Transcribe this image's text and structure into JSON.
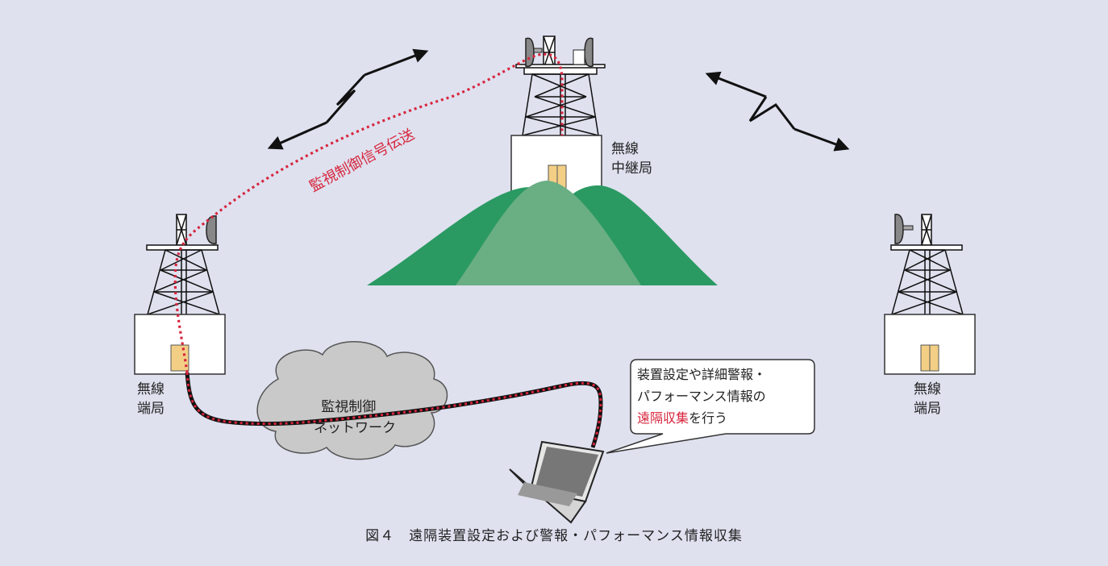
{
  "colors": {
    "background": "#dfe1ef",
    "mountain_dark": "#2a9a62",
    "mountain_light": "#6aae84",
    "signal_red": "#d7263d",
    "cable_black": "#111111",
    "cloud": "#c9c9c9",
    "door": "#f3cf86"
  },
  "icons": [
    "radio-tower-icon",
    "parabolic-antenna-icon",
    "double-arrow-icon",
    "lightning-zigzag-icon",
    "cloud-icon",
    "laptop-icon",
    "speech-bubble-icon"
  ],
  "labels": {
    "relay_station": [
      "無線",
      "中継局"
    ],
    "left_terminal": [
      "無線",
      "端局"
    ],
    "right_terminal": [
      "無線",
      "端局"
    ],
    "network": [
      "監視制御",
      "ネットワーク"
    ],
    "signal_path": "監視制御信号伝送"
  },
  "callout": {
    "line1": "装置設定や詳細警報・",
    "line2": "パフォーマンス情報の",
    "line3_highlight": "遠隔収集",
    "line3_rest": "を行う"
  },
  "caption": "図４　遠隔装置設定および警報・パフォーマンス情報収集"
}
